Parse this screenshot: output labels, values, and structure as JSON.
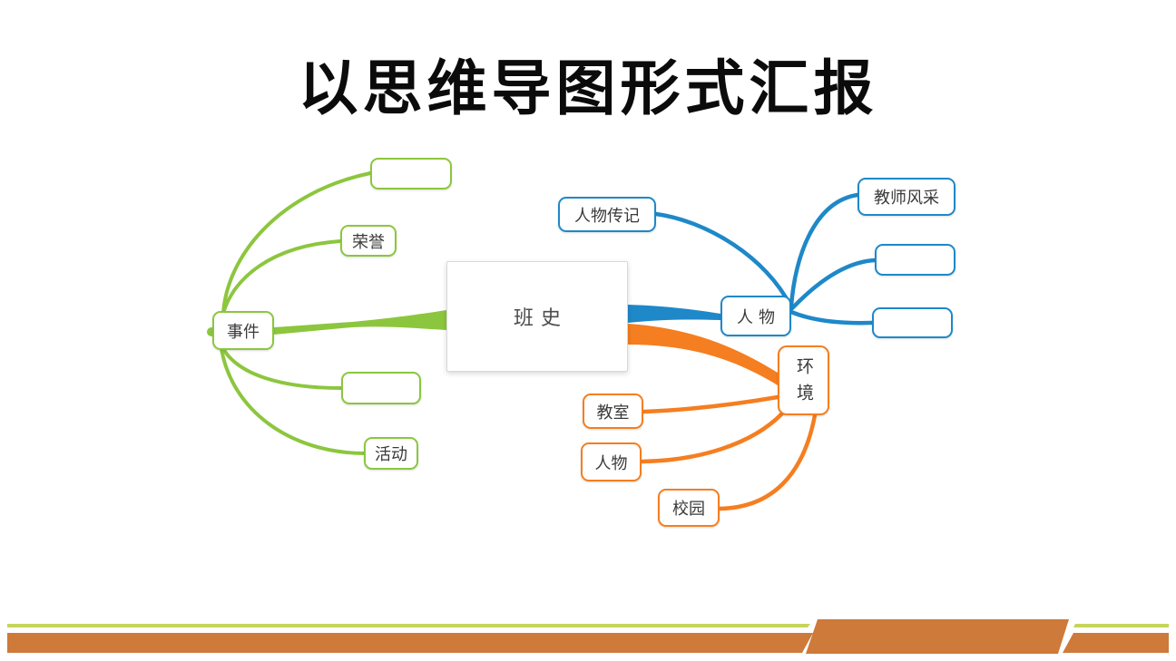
{
  "title": "以思维导图形式汇报",
  "colors": {
    "branch_green": "#8CC63E",
    "branch_blue": "#1E88C9",
    "branch_orange": "#F57E20",
    "root_border": "#d9d9d9",
    "footer_line_green": "#C5D55C",
    "footer_bar_orange": "#CE7A3A",
    "title_color": "#0b0b0b"
  },
  "mindmap": {
    "nodes": {
      "root": "班史",
      "green_hub": "事件",
      "green_child_1": "",
      "green_child_2": "荣誉",
      "green_child_3": "",
      "green_child_4": "活动",
      "blue_hub": "人物",
      "blue_child_1": "人物传记",
      "blue_child_2": "教师风采",
      "blue_child_3": "",
      "blue_child_4": "",
      "orange_hub": "环境",
      "orange_child_1": "教室",
      "orange_child_2": "人物",
      "orange_child_3": "校园"
    }
  }
}
